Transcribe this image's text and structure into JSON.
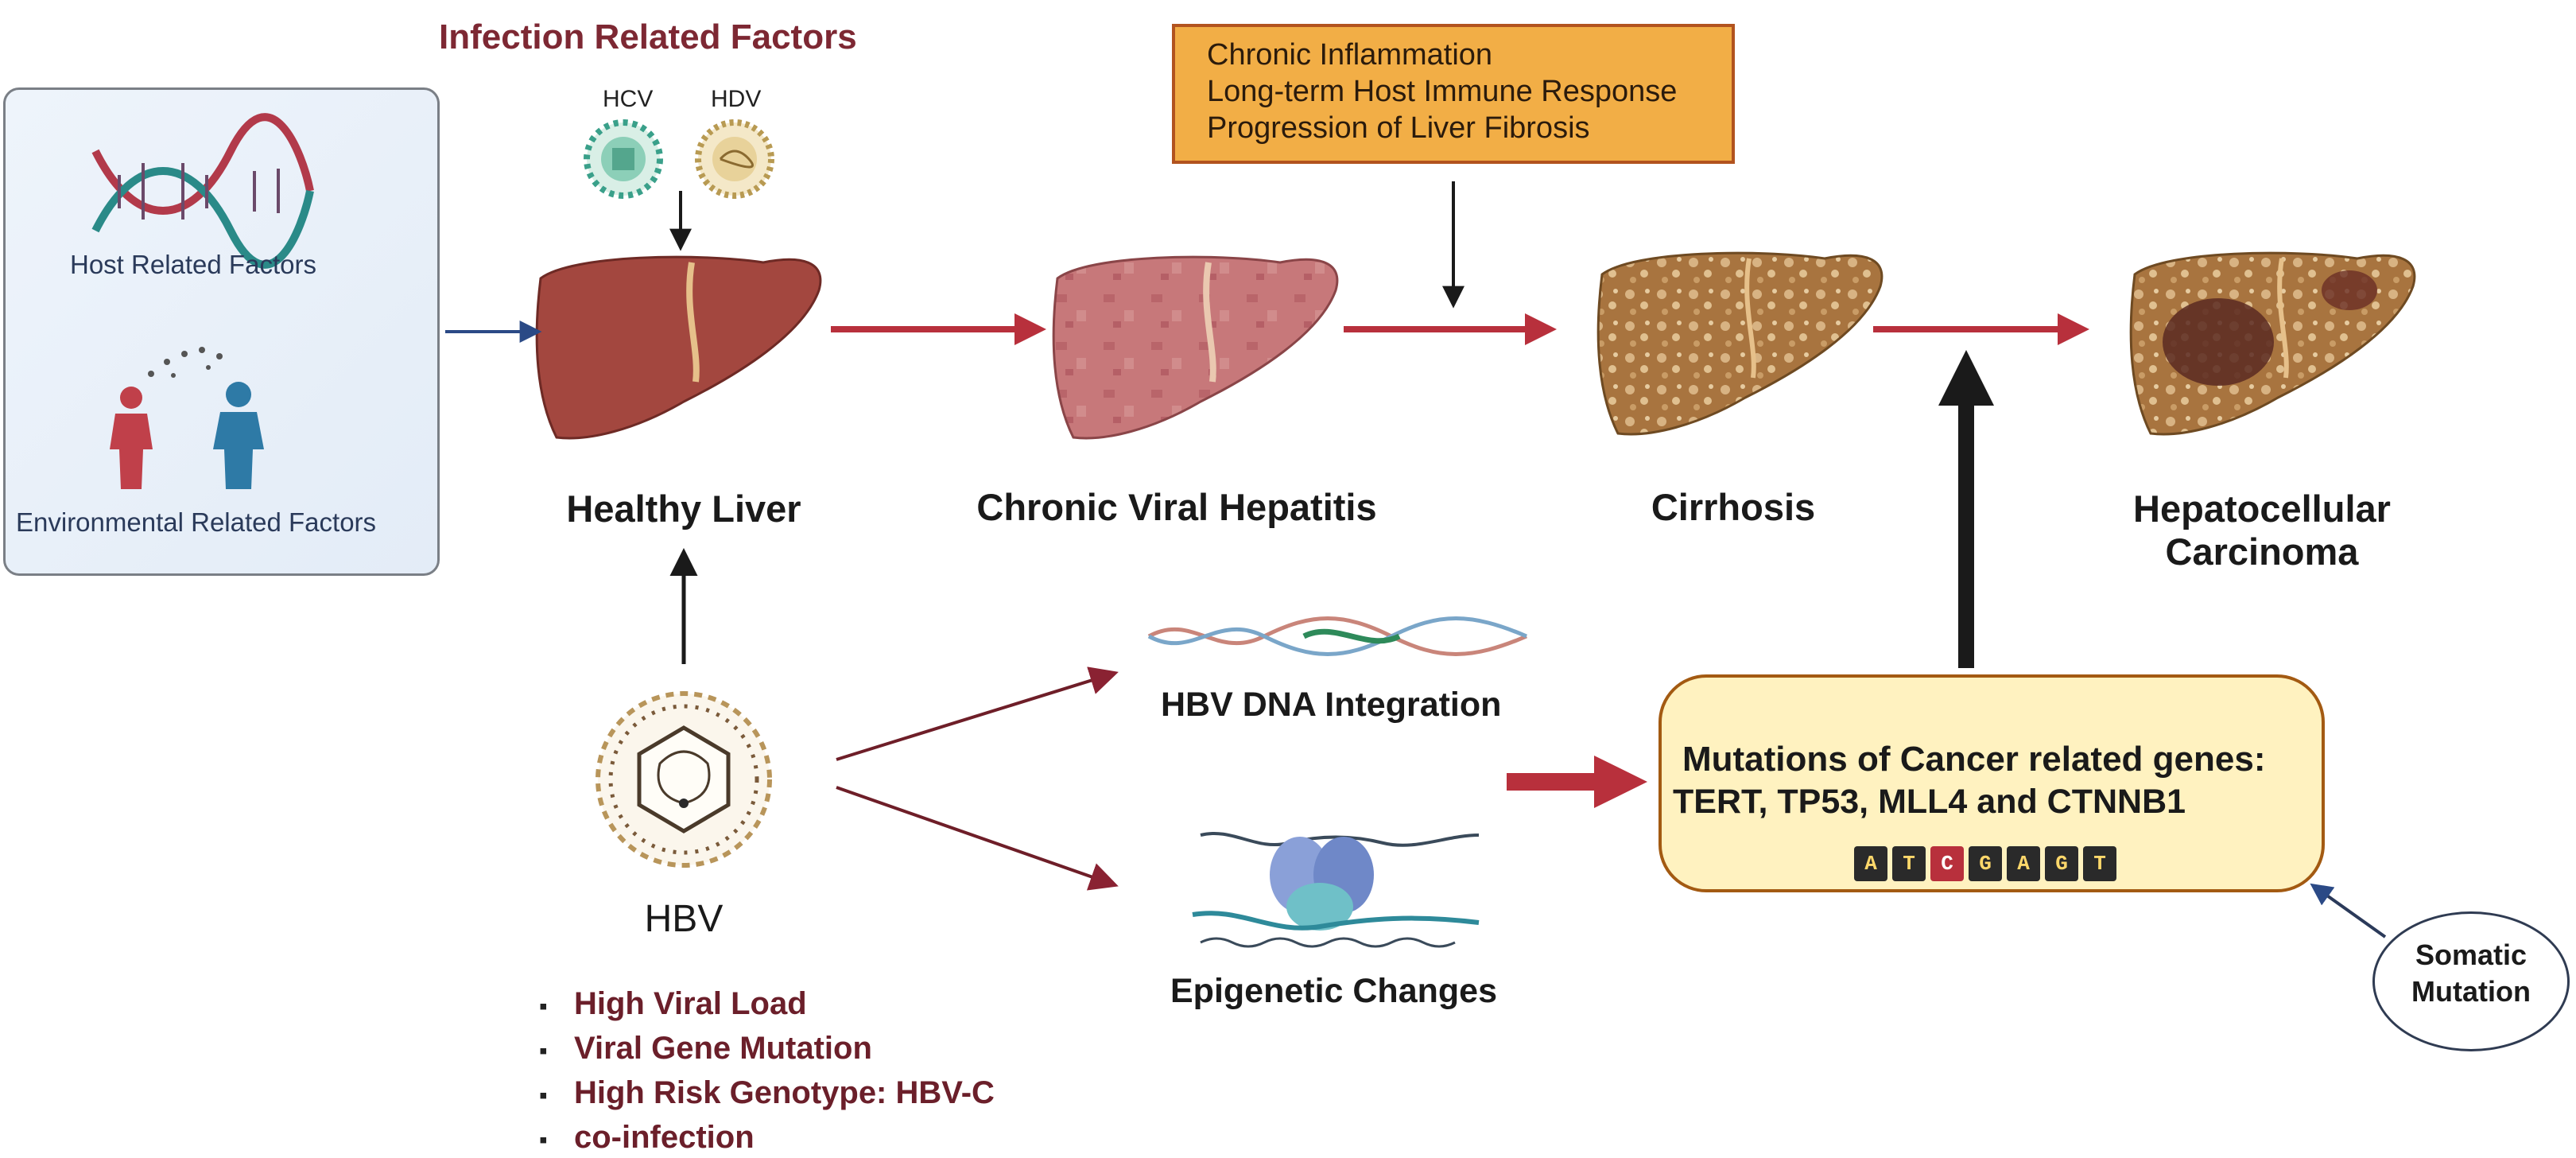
{
  "colors": {
    "flow_arrow": "#b8303c",
    "orange_box_fill": "#f2ae46",
    "mutation_box_fill": "#fff2c0",
    "heading_maroon": "#7d2833",
    "liver_healthy": "#a3473f",
    "liver_hepatitis": "#c7787a",
    "liver_cirrhosis": "#a8743f"
  },
  "infection_heading": "Infection Related Factors",
  "viruses": {
    "hcv": "HCV",
    "hdv": "HDV"
  },
  "left_panel": {
    "host_label": "Host Related Factors",
    "env_label": "Environmental Related Factors"
  },
  "orange_box": {
    "lines": [
      "Chronic Inflammation",
      "Long-term Host Immune Response",
      "Progression of Liver Fibrosis"
    ]
  },
  "stages": {
    "healthy": "Healthy Liver",
    "hepatitis": "Chronic Viral Hepatitis",
    "cirrhosis": "Cirrhosis",
    "hcc_line1": "Hepatocellular",
    "hcc_line2": "Carcinoma"
  },
  "hbv": {
    "label": "HBV",
    "bullets": [
      "High Viral Load",
      "Viral Gene Mutation",
      "High Risk Genotype: HBV-C",
      "co-infection"
    ]
  },
  "mechanisms": {
    "integration": "HBV DNA Integration",
    "epigenetic": "Epigenetic Changes"
  },
  "mutation_box": {
    "title": "Mutations of Cancer related genes:",
    "genes": "TERT, TP53, MLL4 and CTNNB1",
    "bases": [
      "A",
      "T",
      "C",
      "G",
      "A",
      "G",
      "T"
    ]
  },
  "somatic": {
    "line1": "Somatic",
    "line2": "Mutation"
  }
}
